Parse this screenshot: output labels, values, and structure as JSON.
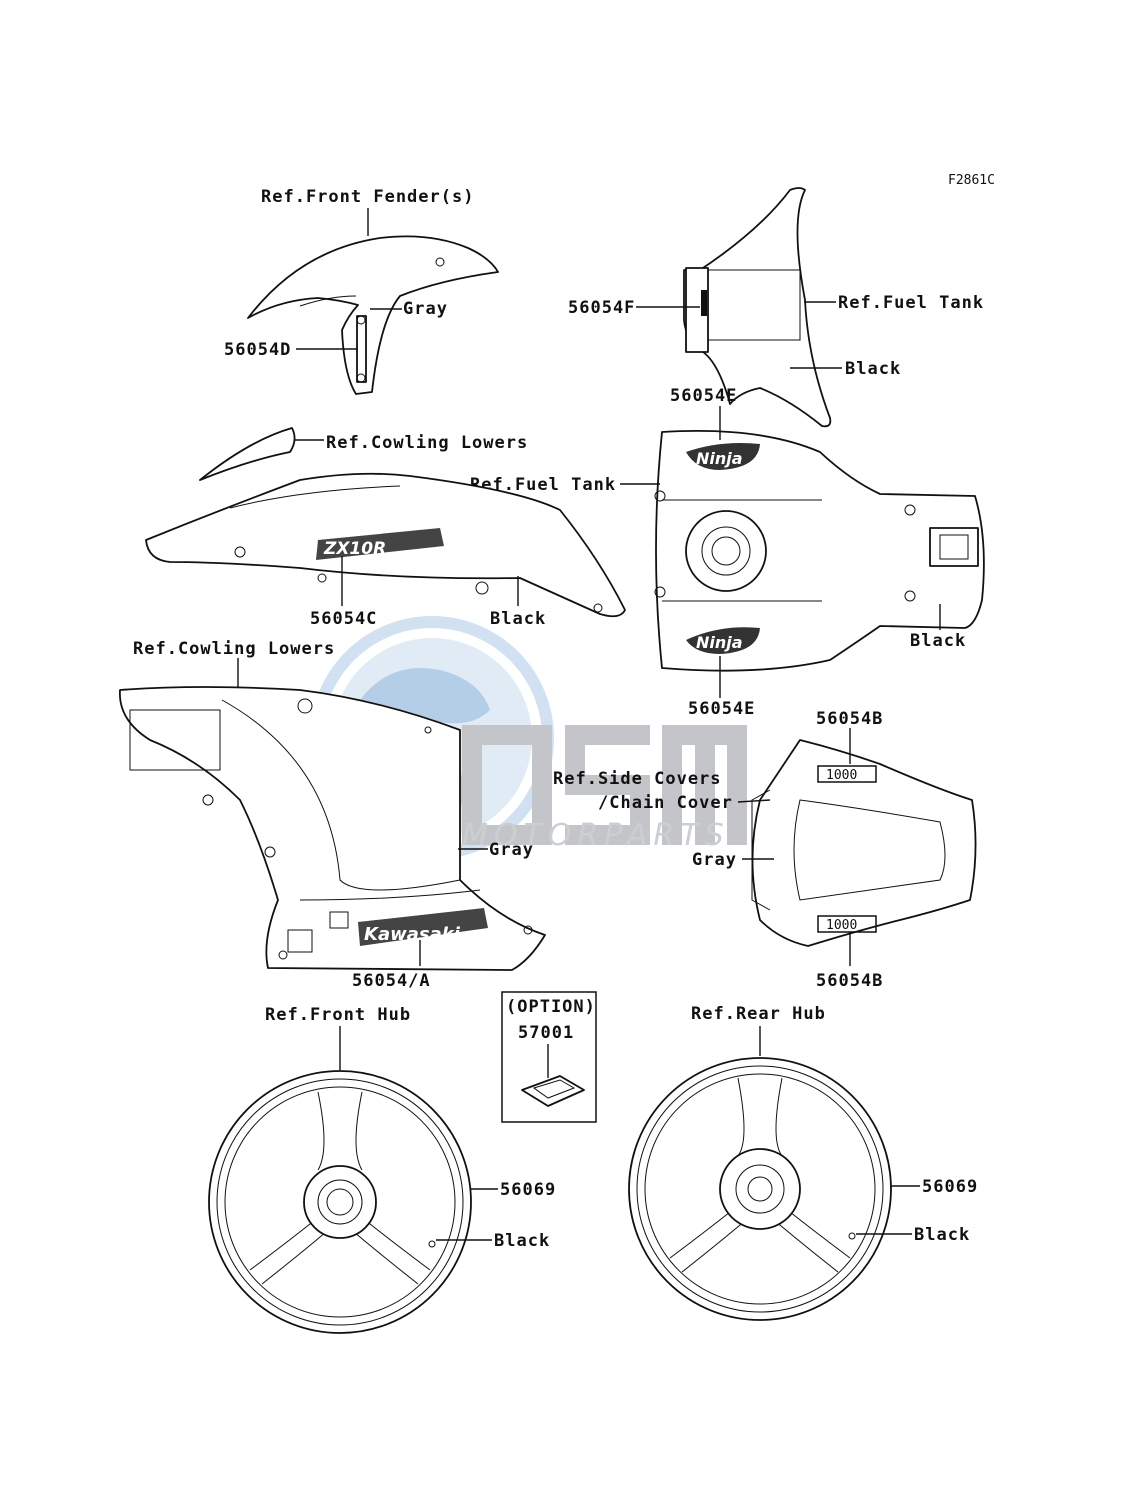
{
  "figure_code": "F2861C",
  "watermark": {
    "brand": "OSM",
    "subtitle": "MOTORPARTS",
    "colors": {
      "globe": "#c9dcef",
      "globe_dark": "#a9c6e4",
      "letters": "#b9bcc0",
      "subtitle": "#c4c7cb"
    }
  },
  "labels": {
    "ref_front_fender": "Ref.Front Fender(s)",
    "gray_fender": "Gray",
    "p_56054D": "56054D",
    "p_56054F": "56054F",
    "ref_fuel_tank_top": "Ref.Fuel Tank",
    "black_tank_top": "Black",
    "p_56054E_top": "56054E",
    "ref_cowling_lowers_1": "Ref.Cowling Lowers",
    "ref_fuel_tank": "Ref.Fuel Tank",
    "p_56054C": "56054C",
    "black_cowling": "Black",
    "black_tank": "Black",
    "ref_cowling_lowers_2": "Ref.Cowling Lowers",
    "p_56054E_bottom": "56054E",
    "p_56054B_top": "56054B",
    "ref_side_covers": "Ref.Side Covers",
    "chain_cover": "/Chain Cover",
    "gray_side": "Gray",
    "gray_cowling": "Gray",
    "p_56054A": "56054/A",
    "p_56054B_bottom": "56054B",
    "option": "(OPTION)",
    "p_57001": "57001",
    "ref_front_hub": "Ref.Front Hub",
    "ref_rear_hub": "Ref.Rear Hub",
    "p_56069_front": "56069",
    "black_front_wheel": "Black",
    "p_56069_rear": "56069",
    "black_rear_wheel": "Black"
  },
  "decal_text": {
    "zx10r": "ZX10R",
    "ninja_top": "Ninja",
    "ninja_bottom": "Ninja",
    "kawasaki": "Kawasaki",
    "tail_top": "1000",
    "tail_bottom": "1000"
  }
}
